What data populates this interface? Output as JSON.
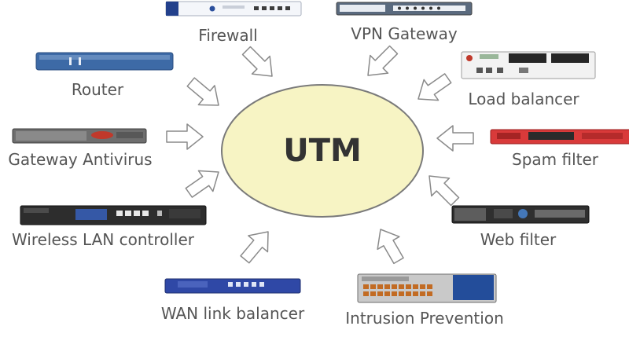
{
  "core": {
    "label": "UTM",
    "fill": "#f7f4c4",
    "stroke": "#7a7a7a"
  },
  "arrow_style": {
    "fill": "#ffffff",
    "stroke": "#8a8a8a"
  },
  "devices": [
    {
      "id": "firewall",
      "label": "Firewall"
    },
    {
      "id": "vpn-gateway",
      "label": "VPN Gateway"
    },
    {
      "id": "router",
      "label": "Router"
    },
    {
      "id": "load-balancer",
      "label": "Load balancer"
    },
    {
      "id": "gateway-antivirus",
      "label": "Gateway Antivirus"
    },
    {
      "id": "spam-filter",
      "label": "Spam filter"
    },
    {
      "id": "wireless-lan-controller",
      "label": "Wireless LAN controller"
    },
    {
      "id": "web-filter",
      "label": "Web filter"
    },
    {
      "id": "wan-link-balancer",
      "label": "WAN link balancer"
    },
    {
      "id": "intrusion-prevention",
      "label": "Intrusion Prevention"
    }
  ]
}
